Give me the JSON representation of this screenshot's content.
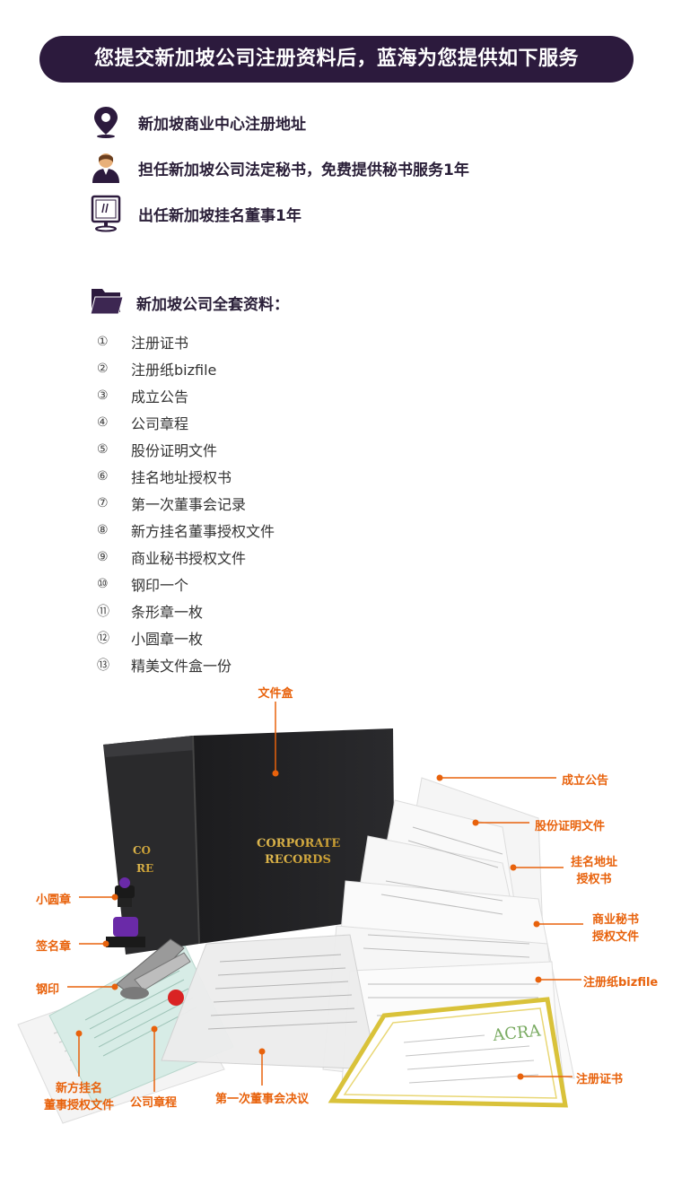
{
  "banner": {
    "title": "您提交新加坡公司注册资料后，蓝海为您提供如下服务"
  },
  "services": [
    {
      "icon": "location-pin-icon",
      "text": "新加坡商业中心注册地址"
    },
    {
      "icon": "secretary-person-icon",
      "text": "担任新加坡公司法定秘书，免费提供秘书服务1年"
    },
    {
      "icon": "computer-monitor-icon",
      "text": "出任新加坡挂名董事1年"
    }
  ],
  "documents": {
    "icon": "folder-icon",
    "title": "新加坡公司全套资料：",
    "items": [
      {
        "num": "①",
        "text": "注册证书"
      },
      {
        "num": "②",
        "text": "注册纸bizfile"
      },
      {
        "num": "③",
        "text": "成立公告"
      },
      {
        "num": "④",
        "text": "公司章程"
      },
      {
        "num": "⑤",
        "text": "股份证明文件"
      },
      {
        "num": "⑥",
        "text": "挂名地址授权书"
      },
      {
        "num": "⑦",
        "text": "第一次董事会记录"
      },
      {
        "num": "⑧",
        "text": "新方挂名董事授权文件"
      },
      {
        "num": "⑨",
        "text": "商业秘书授权文件"
      },
      {
        "num": "⑩",
        "text": "钢印一个"
      },
      {
        "num": "⑪",
        "text": "条形章一枚"
      },
      {
        "num": "⑫",
        "text": "小圆章一枚"
      },
      {
        "num": "⑬",
        "text": "精美文件盒一份"
      }
    ]
  },
  "photo": {
    "box_text_line1": "CORPORATE",
    "box_text_line2": "RECORDS",
    "box_back_line1": "CO",
    "box_back_line2": "RE",
    "certificate_logo": "ACRA"
  },
  "callouts": {
    "file_box": "文件盒",
    "announcement": "成立公告",
    "share_cert": "股份证明文件",
    "address_auth_l1": "挂名地址",
    "address_auth_l2": "授权书",
    "secretary_auth_l1": "商业秘书",
    "secretary_auth_l2": "授权文件",
    "bizfile": "注册纸bizfile",
    "certificate": "注册证书",
    "small_seal": "小圆章",
    "signature_stamp": "签名章",
    "embosser": "钢印",
    "director_auth_l1": "新方挂名",
    "director_auth_l2": "董事授权文件",
    "constitution": "公司章程",
    "first_board": "第一次董事会决议"
  },
  "colors": {
    "banner_bg": "#2c1a3d",
    "accent": "#e8620c",
    "icon": "#2c1a3d"
  }
}
